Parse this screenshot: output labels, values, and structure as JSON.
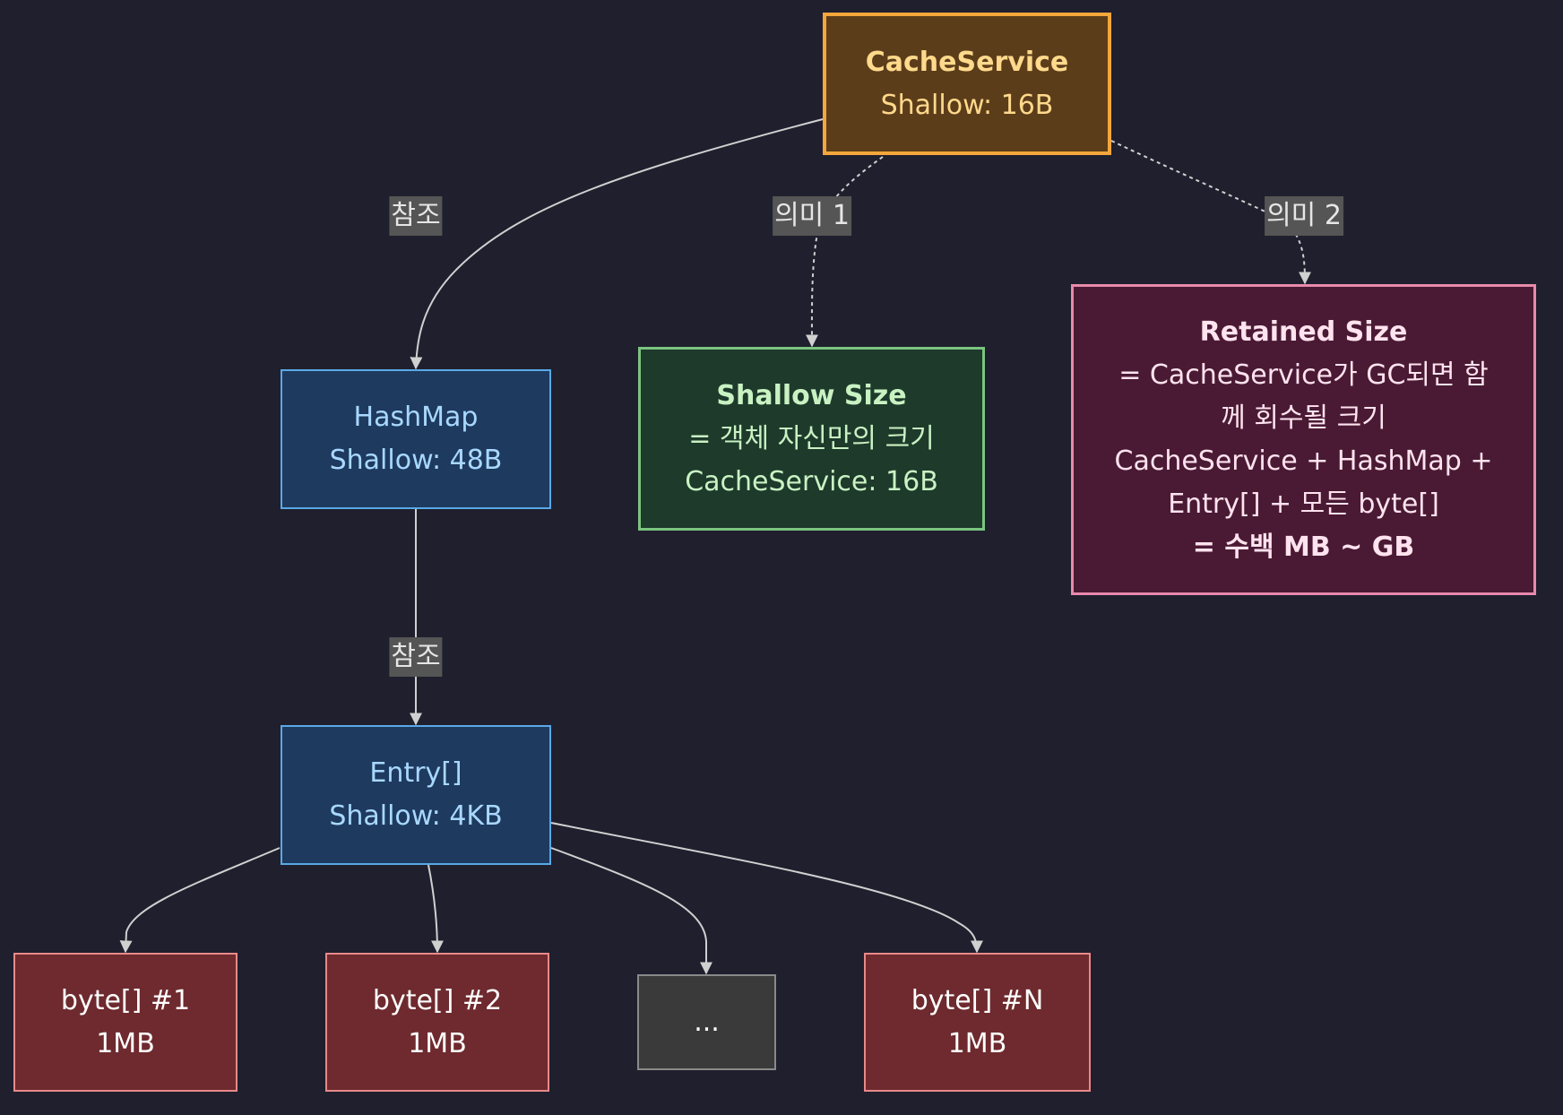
{
  "nodes": {
    "cache_service": {
      "lines": [
        "CacheService",
        "Shallow: 16B"
      ]
    },
    "hashmap": {
      "lines": [
        "HashMap",
        "Shallow: 48B"
      ]
    },
    "shallow_size": {
      "lines": [
        "Shallow Size",
        "= 객체 자신만의 크기",
        "CacheService: 16B"
      ]
    },
    "retained_size": {
      "lines": [
        "Retained Size",
        "= CacheService가 GC되면 함",
        "께 회수될 크기",
        "CacheService + HashMap +",
        "Entry[] + 모든 byte[]",
        "= 수백 MB ~ GB"
      ]
    },
    "entry_array": {
      "lines": [
        "Entry[]",
        "Shallow: 4KB"
      ]
    },
    "byte1": {
      "lines": [
        "byte[] #1",
        "1MB"
      ]
    },
    "byte2": {
      "lines": [
        "byte[] #2",
        "1MB"
      ]
    },
    "ellipsis": {
      "lines": [
        "..."
      ]
    },
    "byteN": {
      "lines": [
        "byte[] #N",
        "1MB"
      ]
    }
  },
  "edge_labels": {
    "ref_1": "참조",
    "meaning_1": "의미 1",
    "meaning_2": "의미 2",
    "ref_2": "참조"
  },
  "colors": {
    "background": "#1f1f2e",
    "edge": "#d0d0d0",
    "root_fill": "#5c3d1a",
    "root_border": "#f5a73b",
    "object_fill": "#1e3a5f",
    "object_border": "#5aa9e6",
    "shallow_fill": "#1e3a2b",
    "shallow_border": "#7bc47f",
    "retained_fill": "#4a1a35",
    "retained_border": "#e88aab",
    "byte_fill": "#6e2a2e",
    "byte_border": "#e88a8a"
  }
}
